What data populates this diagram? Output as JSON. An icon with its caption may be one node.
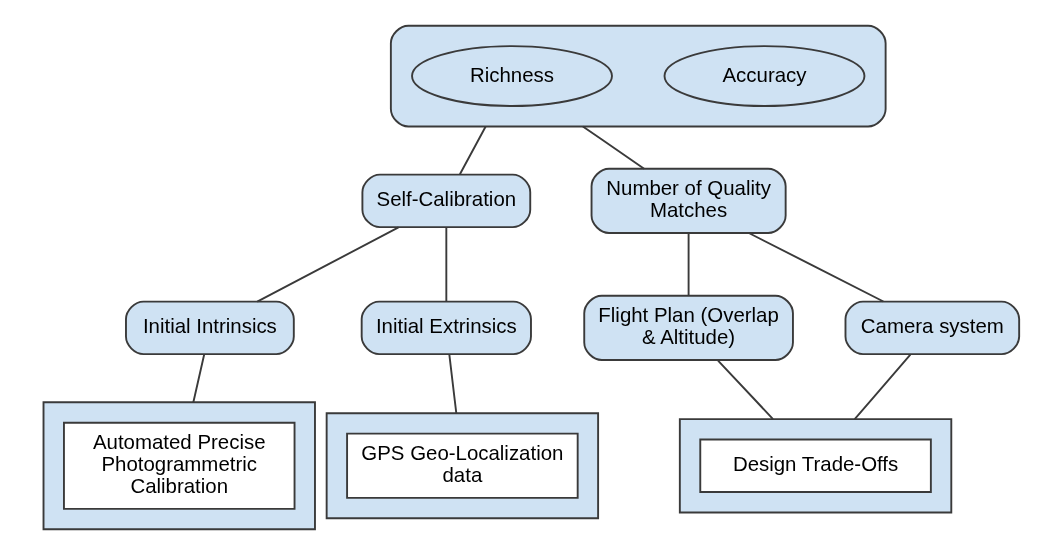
{
  "diagram": {
    "nodes": [
      {
        "text": [],
        "shape": "box"
      },
      {
        "text": [
          "Richness"
        ],
        "in": 0
      },
      {
        "text": [
          "Accuracy"
        ],
        "in": 0
      },
      {
        "text": [
          "Self-Calibration"
        ]
      },
      {
        "text": [
          "Number of Quality Matches"
        ]
      },
      {
        "text": [
          "Initial Intrinsics"
        ]
      },
      {
        "text": [
          "Initial Extrinsics"
        ]
      },
      {
        "text": [
          "Flight Plan (Overlap & Altitude)"
        ]
      },
      {
        "text": [
          "Camera system"
        ]
      },
      {
        "text": [],
        "shape": "box"
      },
      {
        "text": [
          "Automated Precise Photogrammetric Calibration"
        ],
        "in": 9
      },
      {
        "text": [],
        "shape": "box"
      },
      {
        "text": [
          "GPS Geo-Localization data"
        ],
        "in": 11
      },
      {
        "text": [],
        "shape": "box"
      },
      {
        "text": [
          "Design Trade-Offs"
        ],
        "in": 13
      }
    ],
    "edges": [
      {
        "from": 0,
        "to": 3,
        "arrow": "none"
      },
      {
        "from": 0,
        "to": 4,
        "arrow": "none"
      },
      {
        "from": 3,
        "to": 5,
        "arrow": "none"
      },
      {
        "from": 3,
        "to": 6,
        "arrow": "none"
      },
      {
        "from": 4,
        "to": 7,
        "arrow": "none"
      },
      {
        "from": 4,
        "to": 8,
        "arrow": "none"
      },
      {
        "from": 5,
        "to": 9,
        "arrow": "none"
      },
      {
        "from": 6,
        "to": 11,
        "arrow": "none"
      },
      {
        "from": 7,
        "to": 13,
        "arrow": "none"
      },
      {
        "from": 8,
        "to": 13,
        "arrow": "none"
      }
    ]
  }
}
